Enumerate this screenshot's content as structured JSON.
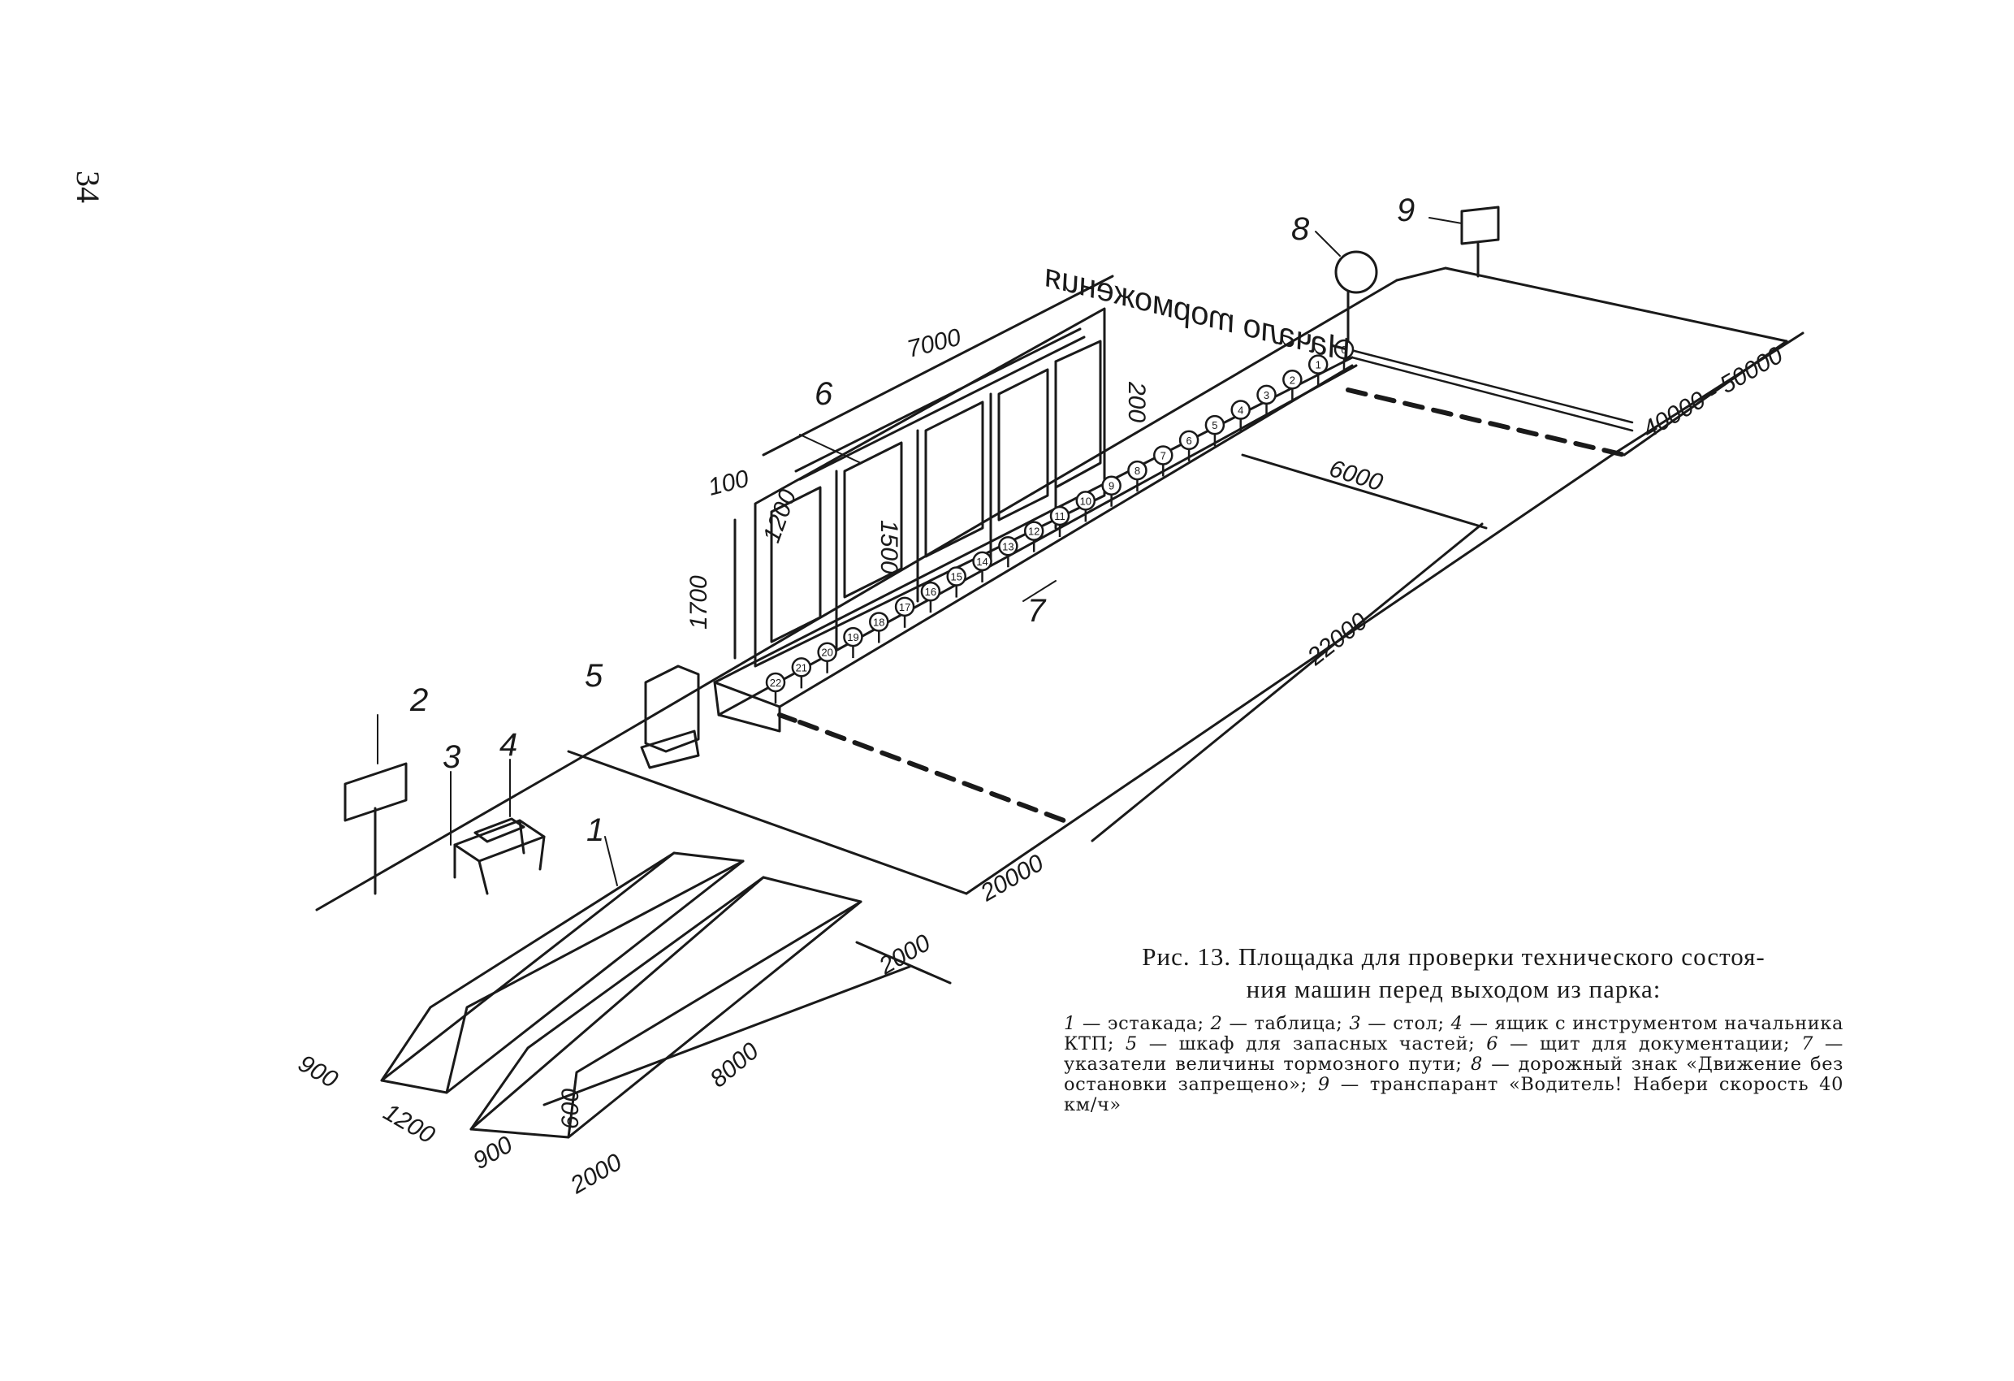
{
  "page_number": "34",
  "figure": {
    "numbers": {
      "n1": "1",
      "n2": "2",
      "n3": "3",
      "n4": "4",
      "n5": "5",
      "n6": "6",
      "n7": "7",
      "n8": "8",
      "n9": "9"
    },
    "dimensions": {
      "d7000": "7000",
      "d100": "100",
      "d200": "200",
      "d1200_board": "1200",
      "d1500": "1500",
      "d1700": "1700",
      "d6000": "6000",
      "d22000": "22000",
      "d20000": "20000",
      "d2000_ramp_gap": "2000",
      "d8000": "8000",
      "d600": "600",
      "d900_left": "900",
      "d1200_ramp": "1200",
      "d900_bottom": "900",
      "d2000_bottom": "2000",
      "d40000": "40000 - 50000"
    },
    "road_text": "Начало торможения",
    "markers": [
      "0",
      "1",
      "2",
      "3",
      "4",
      "5",
      "6",
      "7",
      "8",
      "9",
      "10",
      "11",
      "12",
      "13",
      "14",
      "15",
      "16",
      "17",
      "18",
      "19",
      "20",
      "21",
      "22"
    ]
  },
  "caption": {
    "title_line1": "Рис. 13. Площадка для проверки технического состоя-",
    "title_line2": "ния машин перед выходом из парка:",
    "legend": [
      {
        "num": "1",
        "text": " — эстакада; "
      },
      {
        "num": "2",
        "text": " — таблица; "
      },
      {
        "num": "3",
        "text": " — стол; "
      },
      {
        "num": "4",
        "text": " — ящик с инструментом начальника КТП; "
      },
      {
        "num": "5",
        "text": " — шкаф для запасных частей; "
      },
      {
        "num": "6",
        "text": " — щит для документации; "
      },
      {
        "num": "7",
        "text": " — указатели величины тормозного пути; "
      },
      {
        "num": "8",
        "text": " — дорожный знак «Движение без остановки запрещено»; "
      },
      {
        "num": "9",
        "text": " — транспарант «Водитель! Набери скорость 40 км/ч»"
      }
    ]
  }
}
